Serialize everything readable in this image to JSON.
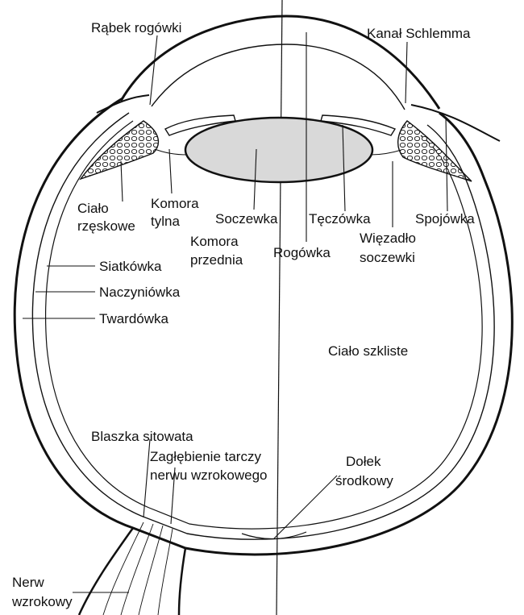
{
  "labels": {
    "rabek_rogowki": "Rąbek rogówki",
    "kanal_schlemma": "Kanał Schlemma",
    "cialo_rzeskowe_1": "Ciało",
    "cialo_rzeskowe_2": "rzęskowe",
    "komora_tylna_1": "Komora",
    "komora_tylna_2": "tylna",
    "soczewka": "Soczewka",
    "komora_przednia_1": "Komora",
    "komora_przednia_2": "przednia",
    "teczowka": "Tęczówka",
    "spojowka": "Spojówka",
    "wiezadlo_1": "Więzadło",
    "wiezadlo_2": "soczewki",
    "rogowka": "Rogówka",
    "siatkowka": "Siatkówka",
    "naczyniowka": "Naczyniówka",
    "twardowka": "Twardówka",
    "cialo_szkliste": "Ciało szkliste",
    "blaszka_sitowata": "Blaszka sitowata",
    "zaglebienie_1": "Zagłębienie tarczy",
    "zaglebienie_2": "nerwu wzrokowego",
    "dolek_1": "Dołek",
    "dolek_2": "środkowy",
    "nerw_1": "Nerw",
    "nerw_2": "wzrokowy"
  },
  "colors": {
    "line": "#111111",
    "lens_fill": "#d9d9d9",
    "background": "#ffffff"
  }
}
